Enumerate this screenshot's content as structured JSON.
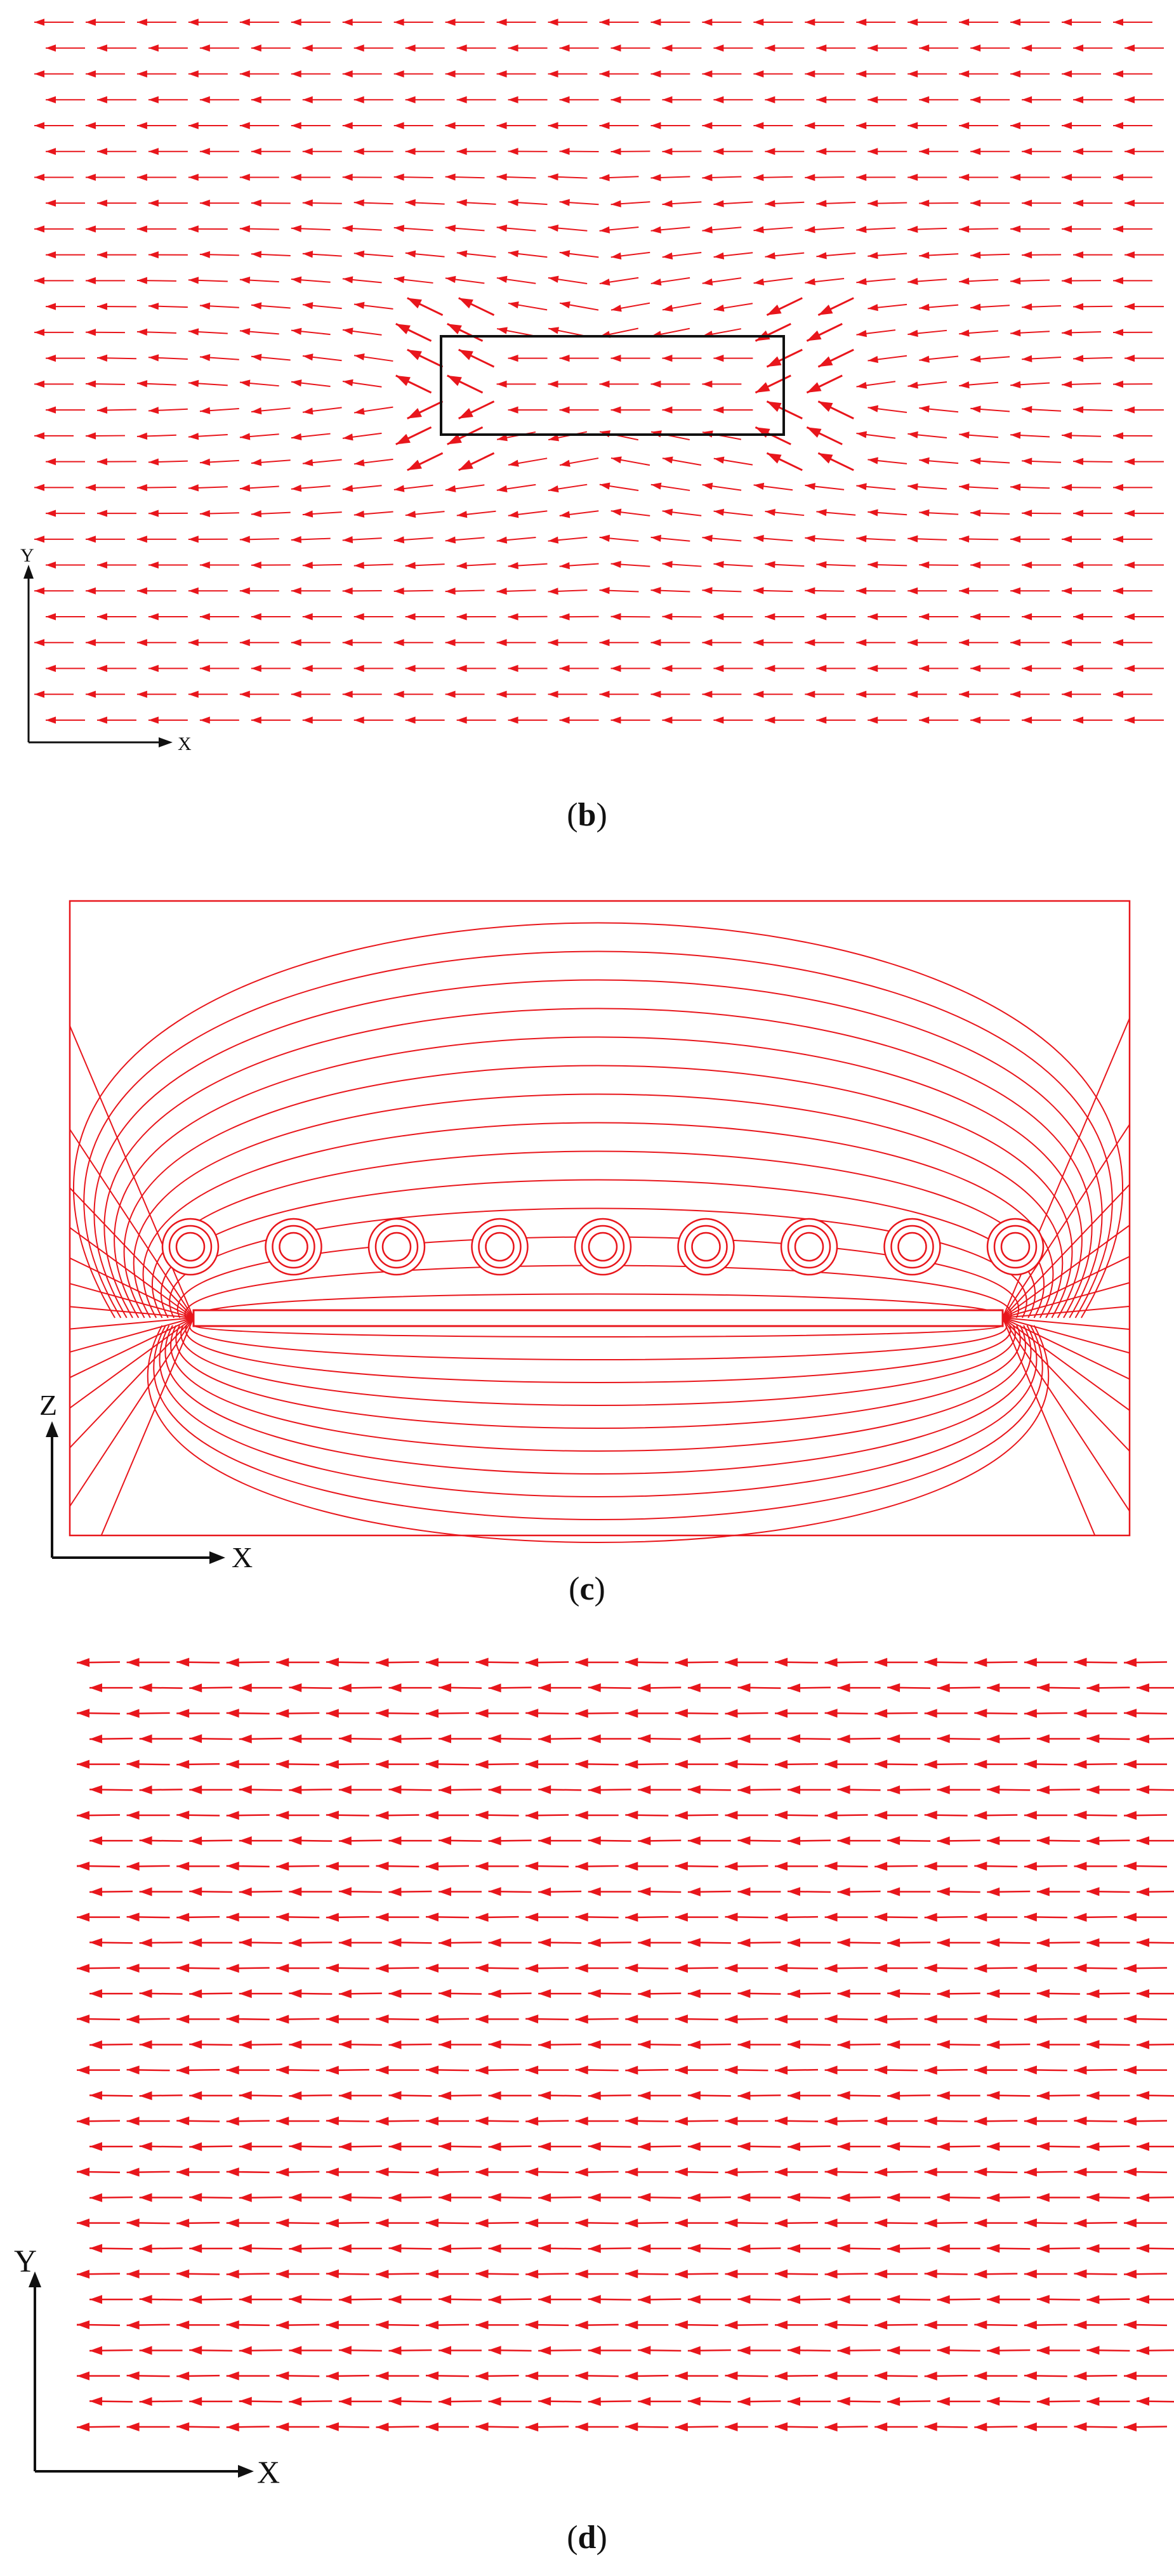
{
  "panels": [
    {
      "id": "b",
      "caption": "b",
      "axis_labels": {
        "horizontal": "X",
        "vertical": "Y"
      },
      "description_free": true,
      "colors": {
        "field": "#e8161c",
        "box": "#111111"
      }
    },
    {
      "id": "c",
      "caption": "c",
      "axis_labels": {
        "horizontal": "X",
        "vertical": "Z"
      },
      "colors": {
        "field": "#e8161c"
      },
      "loop_count": 9
    },
    {
      "id": "d",
      "caption": "d",
      "axis_labels": {
        "horizontal": "X",
        "vertical": "Y"
      },
      "colors": {
        "field": "#e8161c"
      }
    }
  ]
}
